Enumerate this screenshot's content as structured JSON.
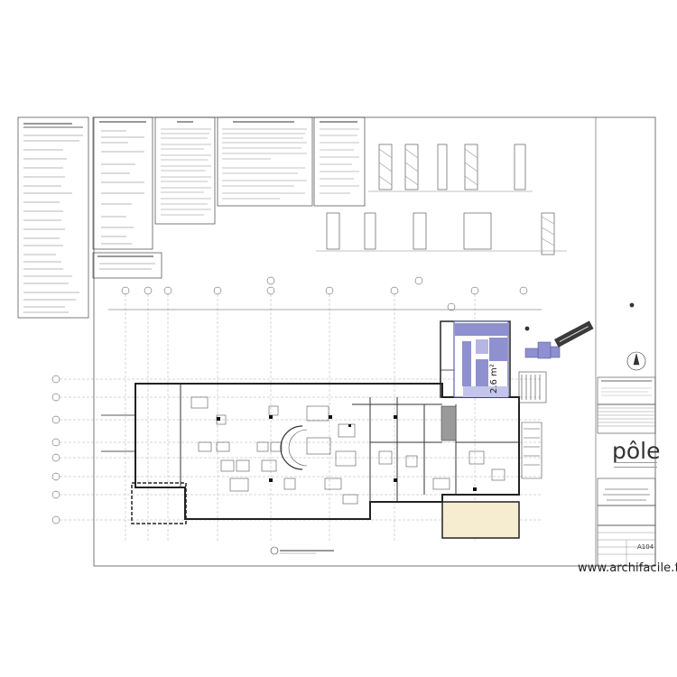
{
  "site": {
    "watermark": "www.archifacile.fr"
  },
  "title_block": {
    "logo_text": "pôle",
    "sheet_number": "A104",
    "accent": "#0c0c0c"
  },
  "room": {
    "area_label": "2.6 m²",
    "fill_color": "#8e90cf",
    "wall_color": "#5c5ea8"
  },
  "annex": {
    "fill_color": "#f6ecd0"
  },
  "stamp": {
    "color": "#3a3a3a"
  }
}
